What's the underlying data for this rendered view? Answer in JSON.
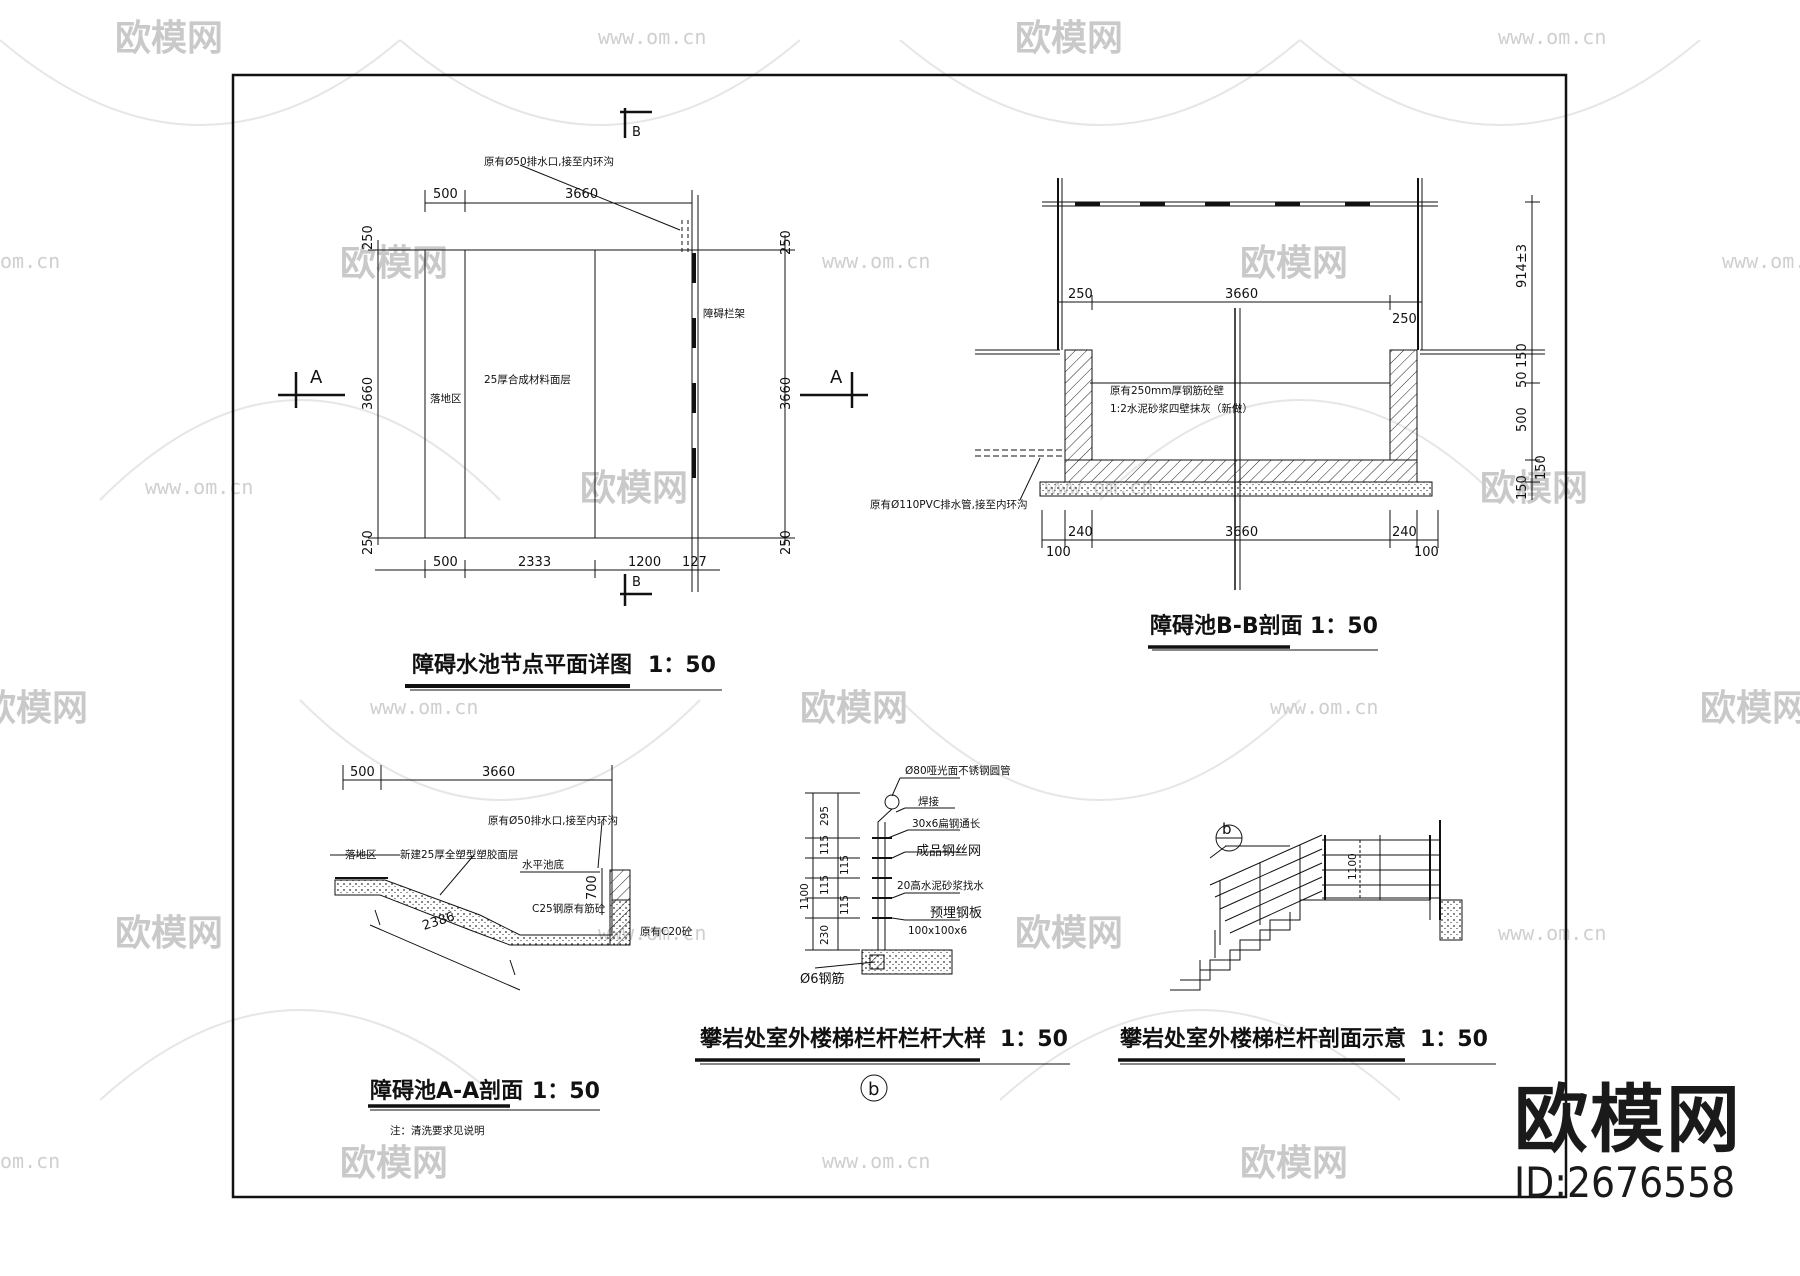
{
  "watermark": {
    "logo": "欧模网",
    "url": "www.om.cn",
    "url_short": "om.cn"
  },
  "brand": {
    "name": "欧模网",
    "id": "ID:2676558"
  },
  "plan": {
    "title": "障碍水池节点平面详图",
    "scale": "1：50",
    "label_b": "B",
    "label_a": "A",
    "drain_note": "原有Ø50排水口,接至内环沟",
    "barrier_note": "障碍栏架",
    "zone_label": "落地区",
    "surface_label": "25厚合成材料面层",
    "dims": {
      "d500": "500",
      "d3660": "3660",
      "d250": "250",
      "d2333": "2333",
      "d1200": "1200",
      "d127": "127"
    }
  },
  "section_bb": {
    "title": "障碍池B-B剖面",
    "scale": "1：50",
    "wall_note": "原有250mm厚钢筋砼壁",
    "plaster_note": "1:2水泥砂浆四壁抹灰（新做）",
    "pipe_note": "原有Ø110PVC排水管,接至内环沟",
    "dims": {
      "d250": "250",
      "d3660": "3660",
      "d240": "240",
      "d100": "100",
      "d914": "914±3",
      "d150": "150",
      "d50": "50",
      "d500": "500"
    }
  },
  "section_aa": {
    "title": "障碍池A-A剖面",
    "scale": "1：50",
    "note": "注：清洗要求见说明",
    "drain_note": "原有Ø50排水口,接至内环沟",
    "zone_label": "落地区",
    "layer_note": "新建25厚全塑型塑胶面层",
    "bottom_note": "水平池底",
    "c25_note": "C25钢原有筋砼",
    "c20_note": "原有C20砼",
    "dims": {
      "d500": "500",
      "d3660": "3660",
      "d2386": "2386",
      "d700": "700"
    }
  },
  "railing_detail": {
    "title": "攀岩处室外楼梯栏杆栏杆大样",
    "scale": "1：50",
    "marker": "b",
    "notes": {
      "tube": "Ø80哑光面不锈钢圆管",
      "weld": "焊接",
      "flat": "30x6扁钢通长",
      "mesh": "成品钢丝网",
      "mortar": "20高水泥砂浆找水",
      "plate": "预埋钢板",
      "plate_size": "100x100x6",
      "rebar": "Ø6钢筋"
    },
    "dims": {
      "d295": "295",
      "d115": "115",
      "d230": "230",
      "d1100": "1100"
    }
  },
  "railing_section": {
    "title": "攀岩处室外楼梯栏杆剖面示意",
    "scale": "1：50",
    "marker": "b",
    "dim": "1100"
  }
}
